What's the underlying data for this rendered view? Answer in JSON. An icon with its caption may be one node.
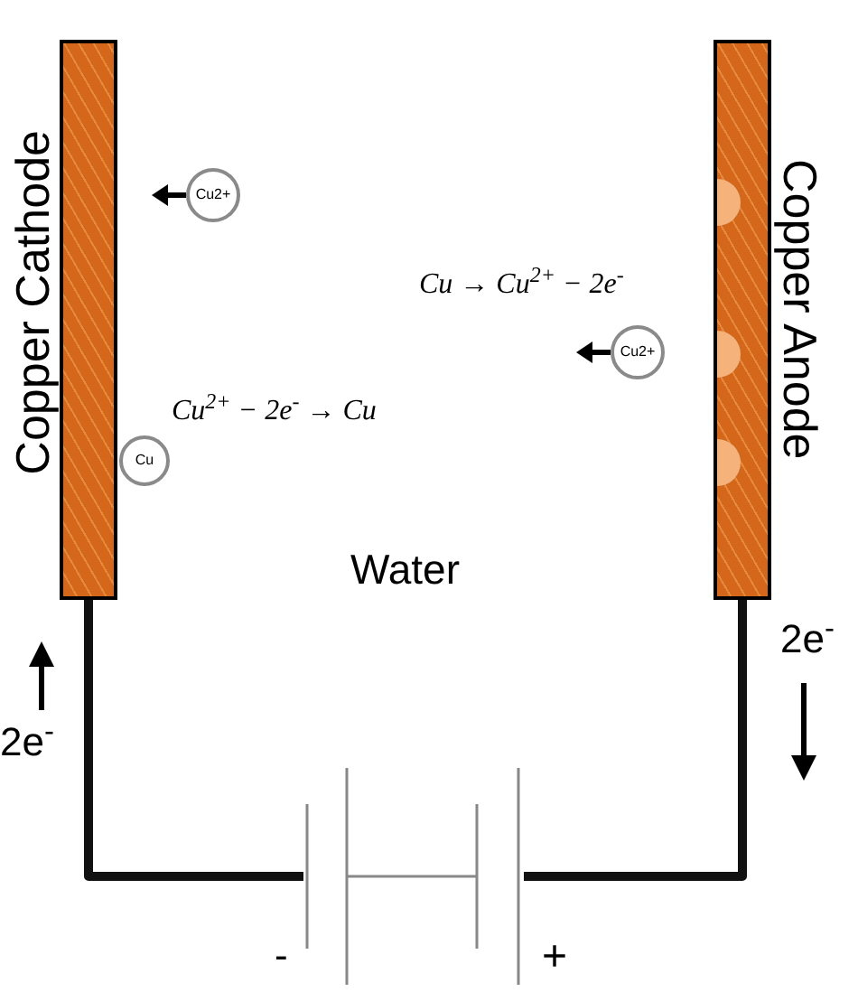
{
  "diagram": {
    "nodes": [
      {
        "text": [
          "Copper Cathode"
        ]
      },
      {
        "text": [
          "Copper Anode"
        ]
      },
      {
        "text": [
          "Cu2+"
        ]
      },
      {
        "text": [
          "Cu2+"
        ]
      },
      {
        "text": [
          "Cu"
        ]
      },
      {
        "text": [],
        "shape": "battery",
        "beside": [
          "-",
          "+"
        ]
      }
    ],
    "edges": [
      {
        "from": 0,
        "to": 5,
        "arrow": "none"
      },
      {
        "from": 5,
        "to": 1,
        "arrow": "none"
      }
    ],
    "labels": [
      "Cu → Cu$^{2+}$ − 2e$^{-}$",
      "Cu$^{2+}$ − 2e$^{-}$ → Cu",
      "Water",
      "2e$^{-}$",
      "2e$^{-}$"
    ]
  }
}
